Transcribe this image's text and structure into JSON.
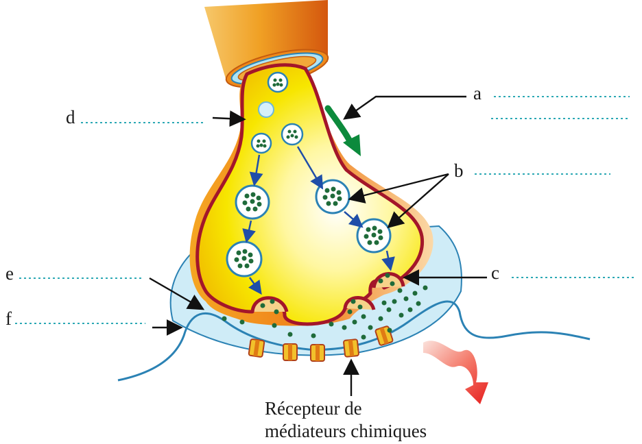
{
  "labels": {
    "a": "a",
    "b": "b",
    "c": "c",
    "d": "d",
    "e": "e",
    "f": "f"
  },
  "caption": {
    "line1": "Récepteur de",
    "line2": "médiateurs chimiques"
  },
  "colors": {
    "terminal_yellow": "#f6e000",
    "membrane_red": "#a3162a",
    "axon_orange": "#ef8a1a",
    "myelin_blue": "#aee4f5",
    "cleft_blue": "#cfecf7",
    "neurotransmitter_green": "#1f6b3a",
    "arrow_green": "#0c8a3c",
    "arrow_blue": "#1f4ea8",
    "receptor_yellow": "#f2c12b",
    "signal_red": "#e61e1e",
    "answer_dots": "#2ba8b4"
  }
}
